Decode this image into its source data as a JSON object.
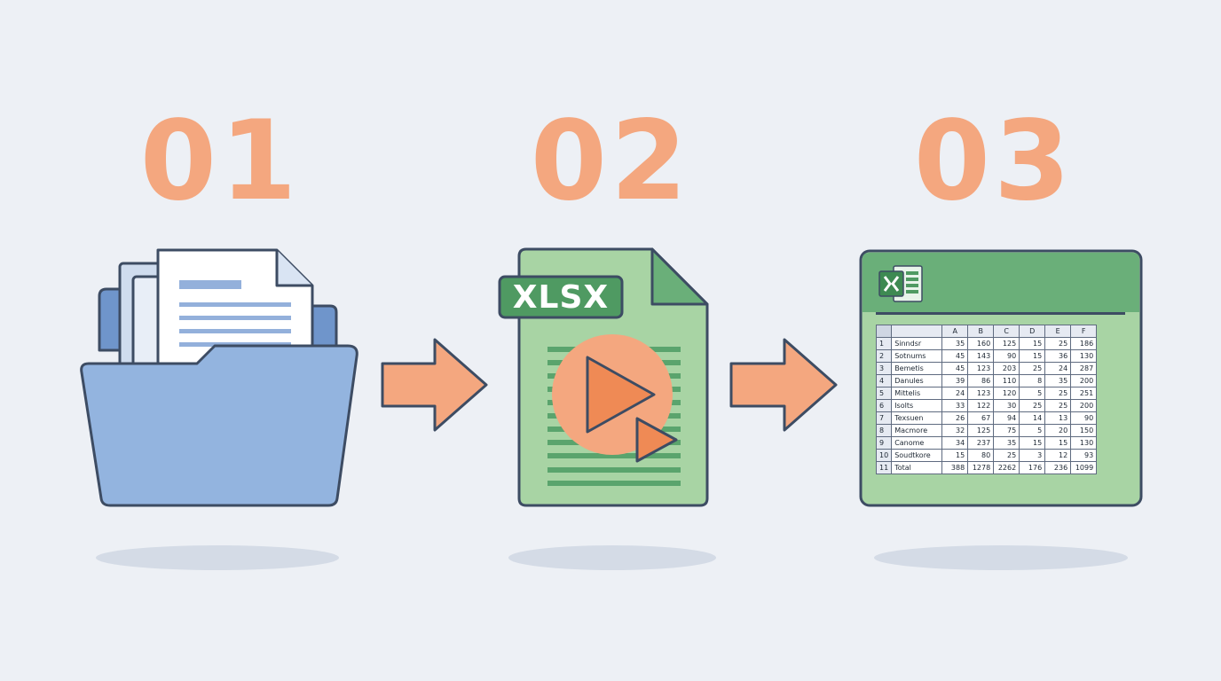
{
  "steps": [
    {
      "number": "01",
      "color": "#f4a77f",
      "icon": "folder-icon"
    },
    {
      "number": "02",
      "color": "#f4a77f",
      "icon": "xlsx-file-icon",
      "badge": "XLSX"
    },
    {
      "number": "03",
      "color": "#f4a77f",
      "icon": "excel-spreadsheet-icon"
    }
  ],
  "colors": {
    "background": "#edf0f5",
    "folder_blue": "#93b4df",
    "file_green": "#a8d4a4",
    "excel_green": "#6aaf79",
    "badge_green": "#4f9a62",
    "arrow_orange": "#f4a77f",
    "play_orange": "#ef8a55",
    "outline": "#3d4c63"
  },
  "spreadsheet": {
    "columns": [
      "",
      "A",
      "B",
      "C",
      "D",
      "E",
      "F"
    ],
    "rows": [
      [
        "1",
        "Sinndsr",
        "35",
        "160",
        "125",
        "15",
        "25",
        "186"
      ],
      [
        "2",
        "Sotnums",
        "45",
        "143",
        "90",
        "15",
        "36",
        "130"
      ],
      [
        "3",
        "Bemetis",
        "45",
        "123",
        "203",
        "25",
        "24",
        "287"
      ],
      [
        "4",
        "Danules",
        "39",
        "86",
        "110",
        "8",
        "35",
        "200"
      ],
      [
        "5",
        "Mittelis",
        "24",
        "123",
        "120",
        "5",
        "25",
        "251"
      ],
      [
        "6",
        "Isolts",
        "33",
        "122",
        "30",
        "25",
        "25",
        "200"
      ],
      [
        "7",
        "Texsuen",
        "26",
        "67",
        "94",
        "14",
        "13",
        "90"
      ],
      [
        "8",
        "Macmore",
        "32",
        "125",
        "75",
        "5",
        "20",
        "150"
      ],
      [
        "9",
        "Canome",
        "34",
        "237",
        "35",
        "15",
        "15",
        "130"
      ],
      [
        "10",
        "Soudtkore",
        "15",
        "80",
        "25",
        "3",
        "12",
        "93"
      ],
      [
        "11",
        "Total",
        "388",
        "1278",
        "2262",
        "176",
        "236",
        "1099"
      ]
    ]
  }
}
